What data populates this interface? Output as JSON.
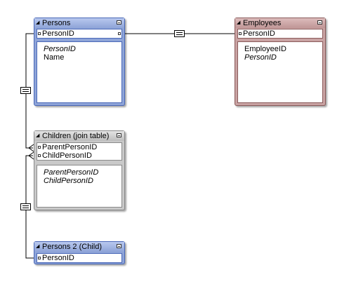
{
  "tables": {
    "persons": {
      "title": "Persons",
      "keys": [
        "PersonID"
      ],
      "fields": [
        {
          "label": "PersonID",
          "italic": true
        },
        {
          "label": "Name",
          "italic": false
        }
      ]
    },
    "employees": {
      "title": "Employees",
      "keys": [
        "PersonID"
      ],
      "fields": [
        {
          "label": "EmployeeID",
          "italic": false
        },
        {
          "label": "PersonID",
          "italic": true
        }
      ]
    },
    "children": {
      "title": "Children (join table)",
      "keys": [
        "ParentPersonID",
        "ChildPersonID"
      ],
      "fields": [
        {
          "label": "ParentPersonID",
          "italic": true
        },
        {
          "label": "ChildPersonID",
          "italic": true
        }
      ]
    },
    "persons2": {
      "title": "Persons 2 (Child)",
      "keys": [
        "PersonID"
      ],
      "fields": []
    }
  },
  "relationships": [
    {
      "from": "Persons.PersonID",
      "to": "Employees.PersonID",
      "operator": "="
    },
    {
      "from": "Persons.PersonID",
      "to": "Children (join table).ParentPersonID",
      "operator": "="
    },
    {
      "from": "Persons 2 (Child).PersonID",
      "to": "Children (join table).ChildPersonID",
      "operator": "="
    }
  ],
  "colors": {
    "persons": "#8ea4d8",
    "employees": "#c9a3a3",
    "children": "#c9c9c9",
    "persons2": "#8ea4d8"
  }
}
